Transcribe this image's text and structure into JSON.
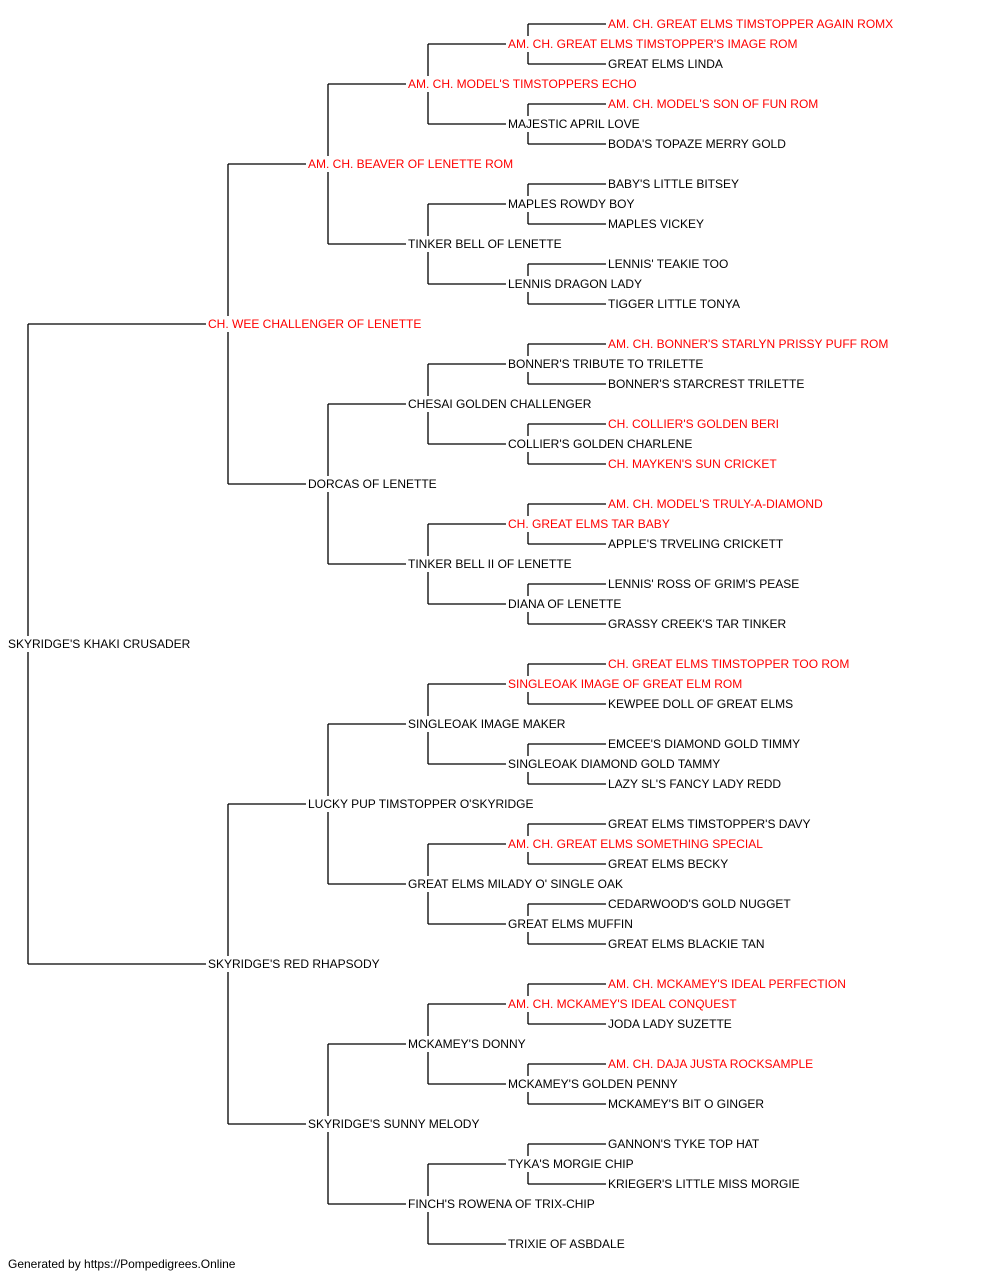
{
  "colors": {
    "champion": "#ff0000",
    "regular": "#000000",
    "line": "#000000"
  },
  "footer": "Generated by https://Pompedigrees.Online",
  "dogs": [
    {
      "id": "root",
      "name": "SKYRIDGE'S KHAKI CRUSADER",
      "champion": false
    },
    {
      "id": "s",
      "name": "CH. WEE CHALLENGER OF LENETTE",
      "champion": true
    },
    {
      "id": "d",
      "name": "SKYRIDGE'S RED RHAPSODY",
      "champion": false
    },
    {
      "id": "ss",
      "name": "AM. CH. BEAVER OF LENETTE ROM",
      "champion": true
    },
    {
      "id": "sd",
      "name": "DORCAS OF LENETTE",
      "champion": false
    },
    {
      "id": "ds",
      "name": "LUCKY PUP TIMSTOPPER O'SKYRIDGE",
      "champion": false
    },
    {
      "id": "dd",
      "name": "SKYRIDGE'S SUNNY MELODY",
      "champion": false
    },
    {
      "id": "sss",
      "name": "AM. CH. MODEL'S TIMSTOPPERS ECHO",
      "champion": true
    },
    {
      "id": "ssd",
      "name": "TINKER BELL OF LENETTE",
      "champion": false
    },
    {
      "id": "sds",
      "name": "CHESAI GOLDEN CHALLENGER",
      "champion": false
    },
    {
      "id": "sdd",
      "name": "TINKER BELL II OF LENETTE",
      "champion": false
    },
    {
      "id": "dss",
      "name": "SINGLEOAK IMAGE MAKER",
      "champion": false
    },
    {
      "id": "dsd",
      "name": "GREAT ELMS MILADY O' SINGLE OAK",
      "champion": false
    },
    {
      "id": "dds",
      "name": "MCKAMEY'S DONNY",
      "champion": false
    },
    {
      "id": "ddd",
      "name": "FINCH'S ROWENA OF TRIX-CHIP",
      "champion": false
    },
    {
      "id": "ssss",
      "name": "AM. CH. GREAT ELMS TIMSTOPPER'S IMAGE ROM",
      "champion": true
    },
    {
      "id": "sssd",
      "name": "MAJESTIC APRIL LOVE",
      "champion": false
    },
    {
      "id": "ssds",
      "name": "MAPLES ROWDY BOY",
      "champion": false
    },
    {
      "id": "ssdd",
      "name": "LENNIS DRAGON LADY",
      "champion": false
    },
    {
      "id": "sdss",
      "name": "BONNER'S TRIBUTE TO TRILETTE",
      "champion": false
    },
    {
      "id": "sdsd",
      "name": "COLLIER'S GOLDEN CHARLENE",
      "champion": false
    },
    {
      "id": "sdds",
      "name": "CH. GREAT ELMS TAR BABY",
      "champion": true
    },
    {
      "id": "sddd",
      "name": "DIANA OF LENETTE",
      "champion": false
    },
    {
      "id": "dsss",
      "name": "SINGLEOAK IMAGE OF GREAT ELM ROM",
      "champion": true
    },
    {
      "id": "dssd",
      "name": "SINGLEOAK DIAMOND GOLD TAMMY",
      "champion": false
    },
    {
      "id": "dsds",
      "name": "AM. CH. GREAT ELMS SOMETHING SPECIAL",
      "champion": true
    },
    {
      "id": "dsdd",
      "name": "GREAT ELMS MUFFIN",
      "champion": false
    },
    {
      "id": "ddss",
      "name": "AM. CH. MCKAMEY'S IDEAL CONQUEST",
      "champion": true
    },
    {
      "id": "ddsd",
      "name": "MCKAMEY'S GOLDEN PENNY",
      "champion": false
    },
    {
      "id": "ddds",
      "name": "TYKA'S MORGIE CHIP",
      "champion": false
    },
    {
      "id": "dddd",
      "name": "TRIXIE OF ASBDALE",
      "champion": false
    },
    {
      "id": "sssss",
      "name": "AM. CH. GREAT ELMS TIMSTOPPER AGAIN ROMX",
      "champion": true
    },
    {
      "id": "ssssd",
      "name": "GREAT ELMS LINDA",
      "champion": false
    },
    {
      "id": "sssds",
      "name": "AM. CH. MODEL'S SON OF FUN ROM",
      "champion": true
    },
    {
      "id": "sssdd",
      "name": "BODA'S TOPAZE MERRY GOLD",
      "champion": false
    },
    {
      "id": "ssdss",
      "name": "BABY'S LITTLE BITSEY",
      "champion": false
    },
    {
      "id": "ssdsd",
      "name": "MAPLES VICKEY",
      "champion": false
    },
    {
      "id": "ssdds",
      "name": "LENNIS' TEAKIE TOO",
      "champion": false
    },
    {
      "id": "ssddd",
      "name": "TIGGER LITTLE TONYA",
      "champion": false
    },
    {
      "id": "sdsss",
      "name": "AM. CH. BONNER'S STARLYN PRISSY PUFF ROM",
      "champion": true
    },
    {
      "id": "sdssd",
      "name": "BONNER'S STARCREST TRILETTE",
      "champion": false
    },
    {
      "id": "sdsds",
      "name": "CH. COLLIER'S GOLDEN BERI",
      "champion": true
    },
    {
      "id": "sdsdd",
      "name": "CH. MAYKEN'S SUN CRICKET",
      "champion": true
    },
    {
      "id": "sddss",
      "name": "AM. CH. MODEL'S TRULY-A-DIAMOND",
      "champion": true
    },
    {
      "id": "sddsd",
      "name": "APPLE'S TRVELING CRICKETT",
      "champion": false
    },
    {
      "id": "sddds",
      "name": "LENNIS' ROSS OF GRIM'S PEASE",
      "champion": false
    },
    {
      "id": "sdddd",
      "name": "GRASSY CREEK'S TAR TINKER",
      "champion": false
    },
    {
      "id": "dssss",
      "name": "CH. GREAT ELMS TIMSTOPPER TOO ROM",
      "champion": true
    },
    {
      "id": "dsssd",
      "name": "KEWPEE DOLL OF GREAT ELMS",
      "champion": false
    },
    {
      "id": "dssds",
      "name": "EMCEE'S DIAMOND GOLD TIMMY",
      "champion": false
    },
    {
      "id": "dssdd",
      "name": "LAZY SL'S FANCY LADY REDD",
      "champion": false
    },
    {
      "id": "dsdss",
      "name": "GREAT ELMS TIMSTOPPER'S DAVY",
      "champion": false
    },
    {
      "id": "dsdsd",
      "name": "GREAT ELMS BECKY",
      "champion": false
    },
    {
      "id": "dsdds",
      "name": "CEDARWOOD'S GOLD NUGGET",
      "champion": false
    },
    {
      "id": "dsddd",
      "name": "GREAT ELMS BLACKIE TAN",
      "champion": false
    },
    {
      "id": "ddsss",
      "name": "AM. CH. MCKAMEY'S IDEAL PERFECTION",
      "champion": true
    },
    {
      "id": "ddssd",
      "name": "JODA LADY SUZETTE",
      "champion": false
    },
    {
      "id": "ddsds",
      "name": "AM. CH. DAJA JUSTA ROCKSAMPLE",
      "champion": true
    },
    {
      "id": "ddsdd",
      "name": "MCKAMEY'S BIT O GINGER",
      "champion": false
    },
    {
      "id": "dddss",
      "name": "GANNON'S TYKE TOP HAT",
      "champion": false
    },
    {
      "id": "dddsd",
      "name": "KRIEGER'S LITTLE MISS MORGIE",
      "champion": false
    }
  ]
}
